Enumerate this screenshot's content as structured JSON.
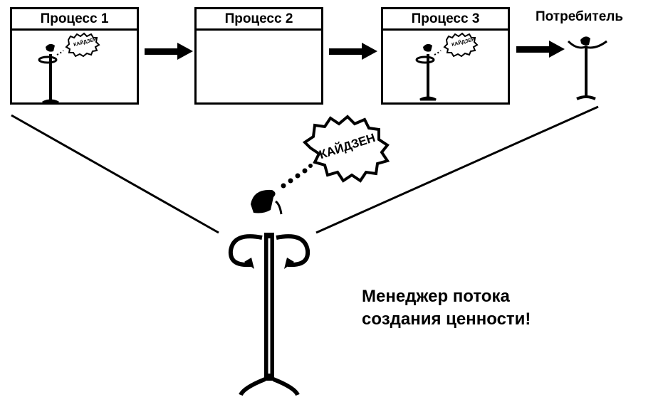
{
  "processes": [
    {
      "title": "Процесс 1"
    },
    {
      "title": "Процесс 2"
    },
    {
      "title": "Процесс 3"
    }
  ],
  "consumer": {
    "label": "Потребитель"
  },
  "bubbles": {
    "small": "КАЙДЗЕН",
    "big": "КАЙДЗЕН"
  },
  "caption": {
    "line1": "Менеджер потока",
    "line2": "создания ценности!"
  },
  "colors": {
    "ink": "#000000",
    "paper": "#ffffff"
  }
}
